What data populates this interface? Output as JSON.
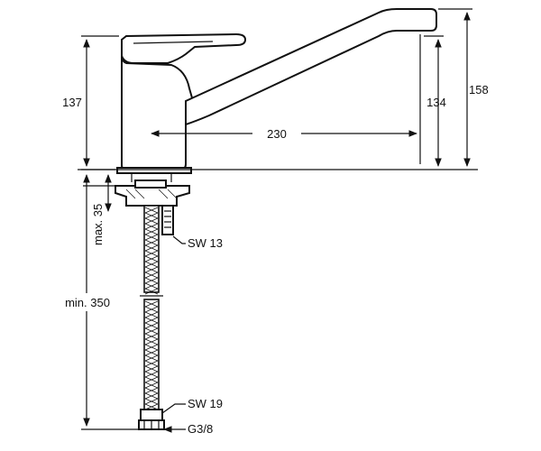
{
  "dimensions": {
    "body_height": "137",
    "spout_reach": "230",
    "spout_height": "134",
    "overall_height": "158",
    "max_thickness": "max. 35",
    "hose_length": "min. 350"
  },
  "callouts": {
    "nut_wrench": "SW 13",
    "connector_wrench": "SW 19",
    "thread": "G3/8"
  }
}
